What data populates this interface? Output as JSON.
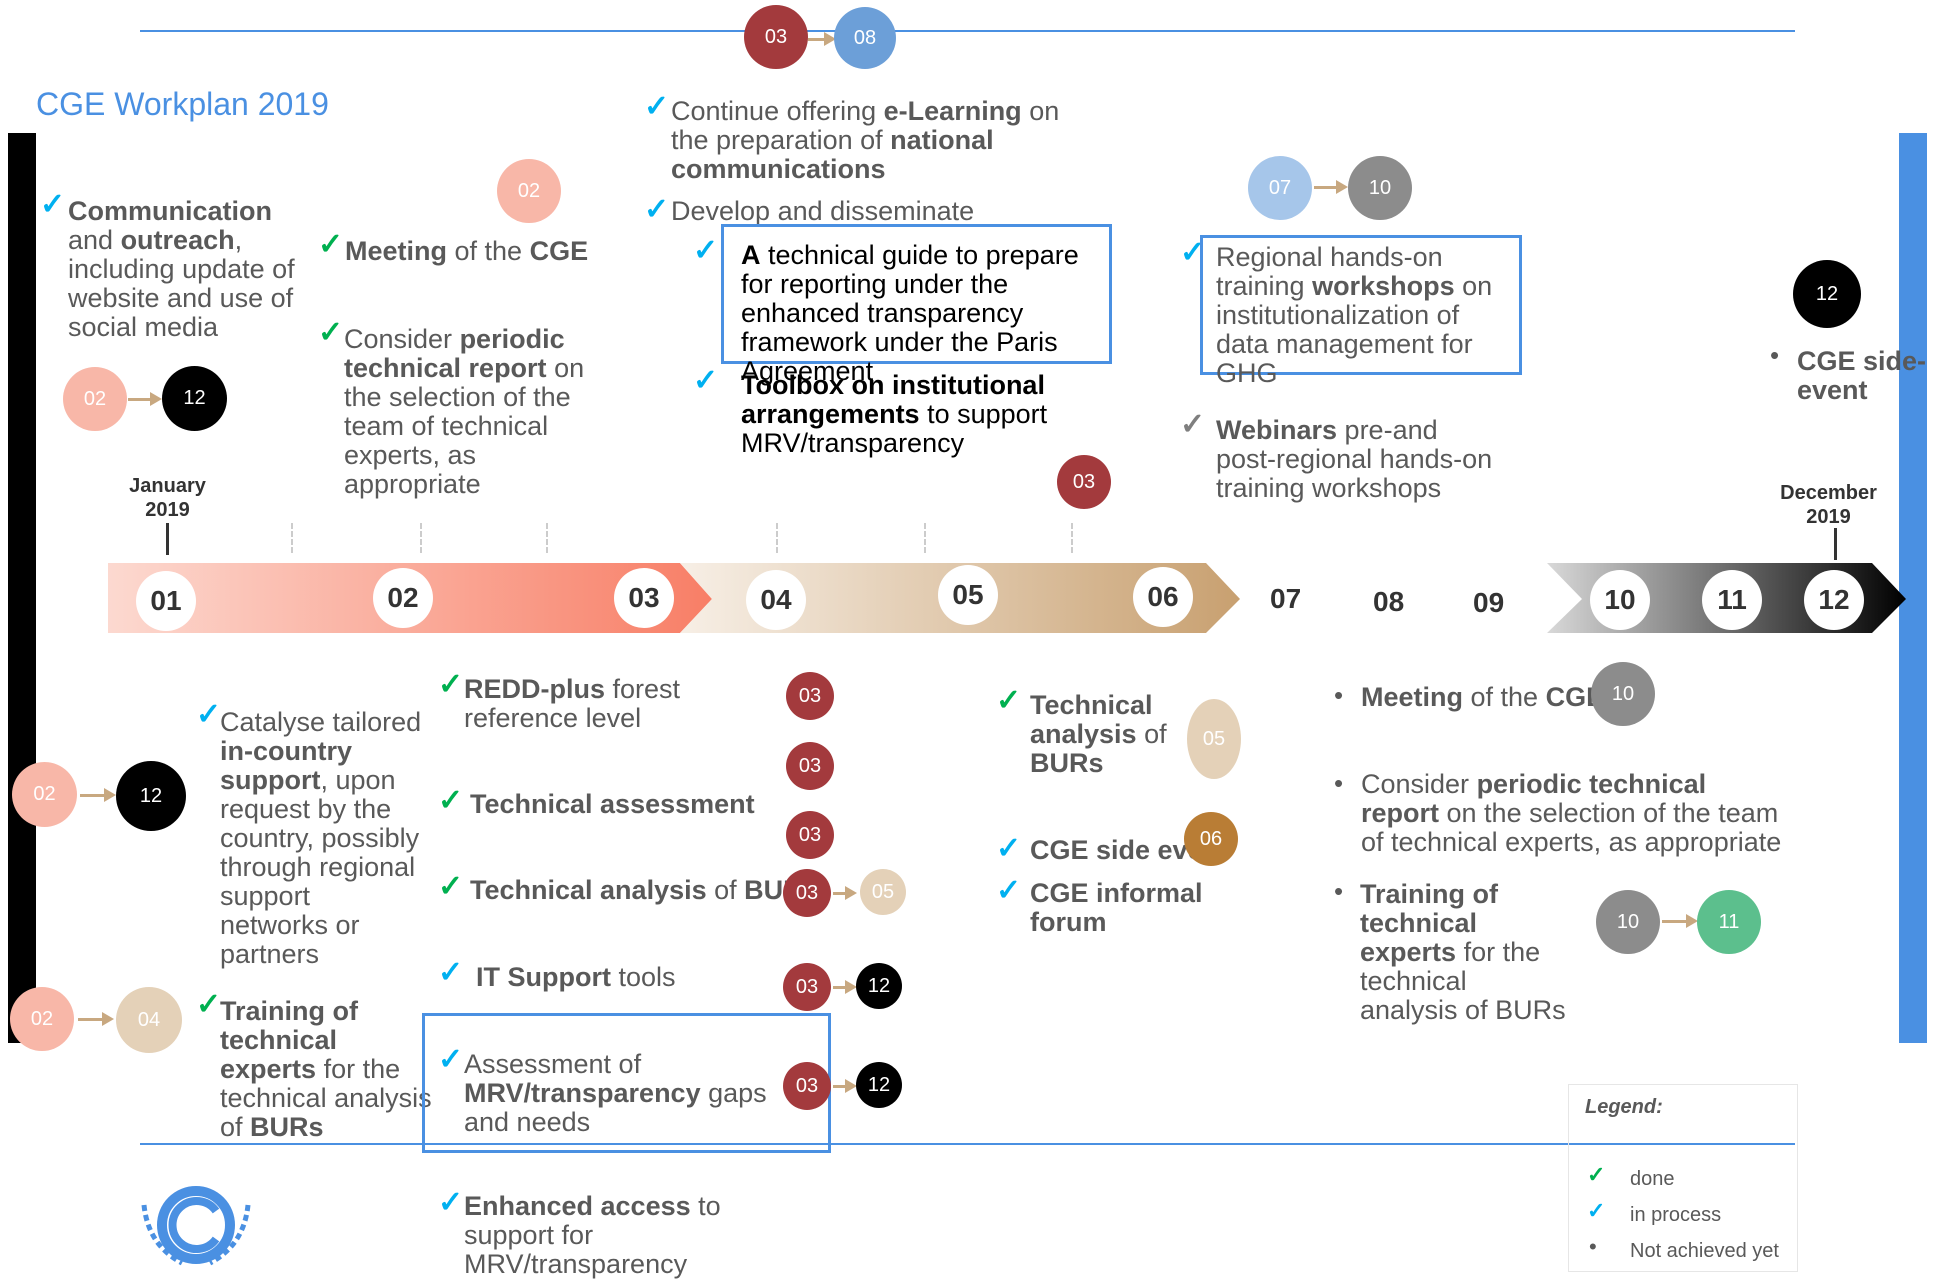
{
  "title": "CGE Workplan 2019",
  "timeline": {
    "start_label": "January 2019",
    "end_label": "December 2019",
    "months": [
      "01",
      "02",
      "03",
      "04",
      "05",
      "06",
      "07",
      "08",
      "09",
      "10",
      "11",
      "12"
    ]
  },
  "top_badges": {
    "from": "03",
    "to": "08"
  },
  "above": {
    "communication": {
      "b1": "Communication",
      "t1": " and ",
      "b2": "outreach",
      "t2": ", including update of website and use of social media",
      "badge_from": "02",
      "badge_to": "12"
    },
    "meeting": {
      "b1": "Meeting",
      "t1": " of the ",
      "b2": "CGE",
      "badge": "02"
    },
    "periodic": {
      "t1": "Consider ",
      "b1": "periodic technical report",
      "t2": " on the selection of the team of technical experts, as appropriate"
    },
    "elearning": {
      "t1": "Continue offering ",
      "b1": "e-Learning",
      "t2": " on the preparation of ",
      "b2": "national communications"
    },
    "develop": {
      "text": "Develop and disseminate"
    },
    "guide": {
      "b1": "A",
      "t1": " technical guide to prepare for reporting under the enhanced transparency framework under the Paris Agreement"
    },
    "toolbox": {
      "b1": "Toolbox on institutional arrangements",
      "t1": " to support MRV/transparency",
      "badge": "03"
    },
    "regional": {
      "t1": "Regional hands-on training ",
      "b1": "workshops",
      "t2": " on institutionalization of data management for GHG",
      "badge_from": "07",
      "badge_to": "10"
    },
    "webinars": {
      "b1": "Webinars",
      "t1": " pre-and post-regional hands-on training workshops"
    },
    "side_event": {
      "text": "CGE side-event",
      "badge": "12"
    }
  },
  "below": {
    "catalyse": {
      "t1": "Catalyse tailored ",
      "b1": "in-country support",
      "t2": ", upon request by the country, possibly through regional support networks or partners",
      "badge_from": "02",
      "badge_to": "12"
    },
    "training_left": {
      "b1": "Training of technical experts",
      "t1": " for the technical analysis of ",
      "b2": "BURs",
      "badge_from": "02",
      "badge_to": "04"
    },
    "redd": {
      "b1": "REDD-plus",
      "t1": " forest reference level",
      "badge": "03"
    },
    "assessment": {
      "b1": "Technical assessment",
      "badge": "03"
    },
    "analysis": {
      "b1": "Technical analysis",
      "t1": " of ",
      "b2": "BURs",
      "badge_from": "03",
      "badge_to": "05"
    },
    "it": {
      "b1": "IT Support",
      "t1": " tools",
      "badge_from": "03",
      "badge_to": "12"
    },
    "mrv": {
      "t1": "Assessment of ",
      "b1": "MRV/transparency",
      "t2": " gaps and needs",
      "badge_from": "03",
      "badge_to": "12"
    },
    "enhanced": {
      "b1": "Enhanced access",
      "t1": " to support for MRV/transparency"
    },
    "tech_burs": {
      "b1": "Technical analysis",
      "t1": " of ",
      "b2": "BURs",
      "badge": "05"
    },
    "cge_side": {
      "b1": "CGE side even",
      "badge": "06"
    },
    "forum": {
      "b1": "CGE informal forum"
    },
    "meeting_r": {
      "b1": "Meeting",
      "t1": " of the ",
      "b2": "CGE",
      "badge": "10"
    },
    "periodic_r": {
      "t1": "Consider ",
      "b1": "periodic technical report",
      "t2": " on the selection of the team of technical experts, as appropriate"
    },
    "training_r": {
      "b1": "Training of technical experts",
      "t1": " for the technical analysis of BURs",
      "badge_from": "10",
      "badge_to": "11"
    }
  },
  "legend": {
    "title": "Legend:",
    "done": "done",
    "in_process": "in process",
    "not_achieved": "Not achieved yet"
  },
  "colors": {
    "accent_blue": "#4a90e2",
    "done_check": "#00b050",
    "in_process_check": "#00b0f0",
    "maroon": "#a33a3d",
    "salmon": "#f8b7a8"
  }
}
